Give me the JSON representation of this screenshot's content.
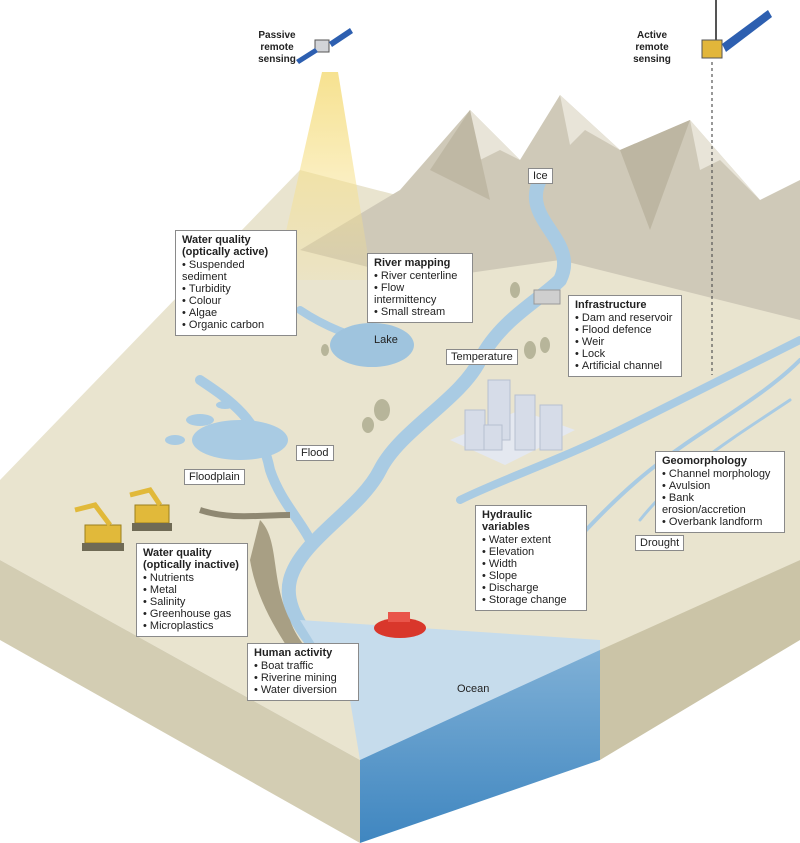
{
  "satellites": {
    "passive": {
      "label_line1": "Passive",
      "label_line2": "remote",
      "label_line3": "sensing",
      "icon": "satellite-icon"
    },
    "active": {
      "label_line1": "Active",
      "label_line2": "remote",
      "label_line3": "sensing",
      "icon": "satellite-icon"
    }
  },
  "tags": {
    "ice": "Ice",
    "lake": "Lake",
    "temperature": "Temperature",
    "flood": "Flood",
    "floodplain": "Floodplain",
    "drought": "Drought",
    "ocean": "Ocean"
  },
  "boxes": {
    "water_quality_active": {
      "title_line1": "Water quality",
      "title_line2": "(optically active)",
      "items": [
        "Suspended sediment",
        "Turbidity",
        "Colour",
        "Algae",
        "Organic carbon"
      ]
    },
    "river_mapping": {
      "title": "River mapping",
      "items": [
        "River centerline",
        "Flow intermittency",
        "Small stream"
      ]
    },
    "infrastructure": {
      "title": "Infrastructure",
      "items": [
        "Dam and reservoir",
        "Flood defence",
        "Weir",
        "Lock",
        "Artificial channel"
      ]
    },
    "geomorphology": {
      "title": "Geomorphology",
      "items": [
        "Channel morphology",
        "Avulsion",
        "Bank erosion/accretion",
        "Overbank landform"
      ]
    },
    "hydraulic_variables": {
      "title": "Hydraulic variables",
      "items": [
        "Water extent",
        "Elevation",
        "Width",
        "Slope",
        "Discharge",
        "Storage change"
      ]
    },
    "water_quality_inactive": {
      "title_line1": "Water quality",
      "title_line2": "(optically inactive)",
      "items": [
        "Nutrients",
        "Metal",
        "Salinity",
        "Greenhouse gas",
        "Microplastics"
      ]
    },
    "human_activity": {
      "title": "Human activity",
      "items": [
        "Boat traffic",
        "Riverine mining",
        "Water diversion"
      ]
    }
  },
  "colors": {
    "land_top": "#e9e4cf",
    "land_side": "#d3cdb3",
    "mountain": "#cfc9b8",
    "water": "#a9cbe3",
    "ocean": "#8fbadb",
    "beam": "#f3d77a",
    "city": "#d6dce8",
    "boat": "#d9372b",
    "excavator": "#e1b93a"
  }
}
